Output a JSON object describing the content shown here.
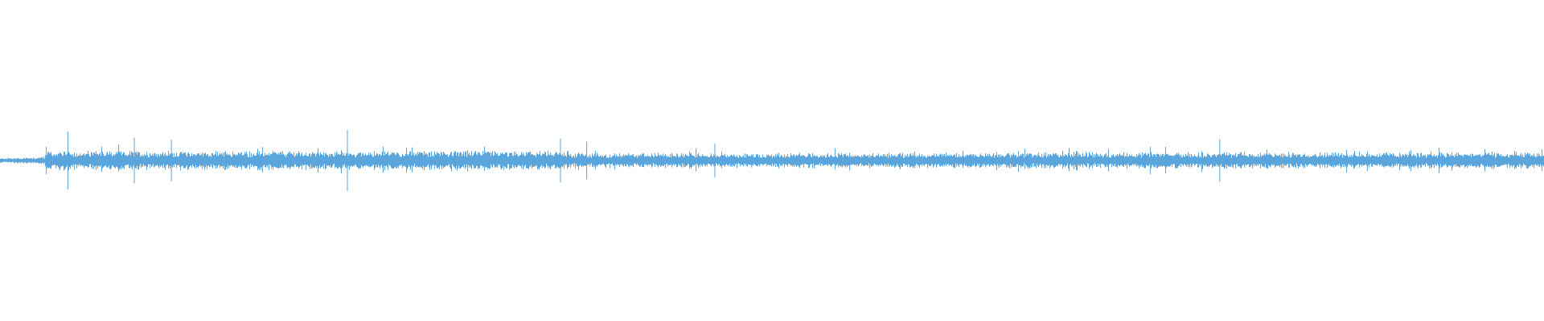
{
  "waveform": {
    "color": "#5aa5dc",
    "background": "#ffffff",
    "envelope_description_segments": [
      {
        "start": 0.0,
        "end": 0.03,
        "amplitude": 0.12
      },
      {
        "start": 0.03,
        "end": 0.37,
        "amplitude": 0.28
      },
      {
        "start": 0.37,
        "end": 0.65,
        "amplitude": 0.22
      },
      {
        "start": 0.65,
        "end": 1.0,
        "amplitude": 0.24
      }
    ],
    "spikes": [
      {
        "t": 0.03,
        "amplitude": 0.45
      },
      {
        "t": 0.044,
        "amplitude": 0.95
      },
      {
        "t": 0.087,
        "amplitude": 0.75
      },
      {
        "t": 0.111,
        "amplitude": 0.68
      },
      {
        "t": 0.225,
        "amplitude": 1.0
      },
      {
        "t": 0.363,
        "amplitude": 0.72
      },
      {
        "t": 0.38,
        "amplitude": 0.62
      },
      {
        "t": 0.463,
        "amplitude": 0.55
      },
      {
        "t": 0.745,
        "amplitude": 0.45
      },
      {
        "t": 0.79,
        "amplitude": 0.7
      },
      {
        "t": 0.932,
        "amplitude": 0.42
      }
    ]
  }
}
